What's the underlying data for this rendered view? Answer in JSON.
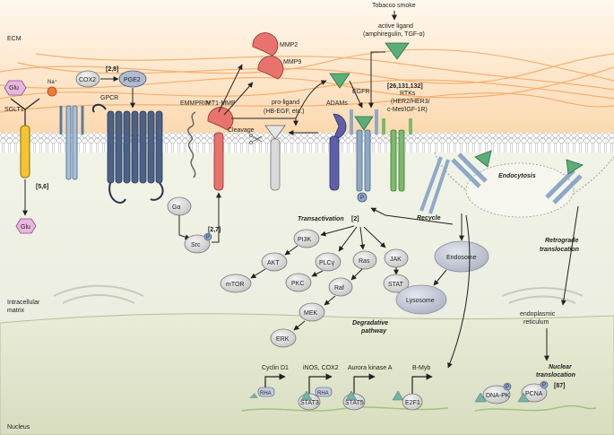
{
  "regions": {
    "ecm": "ECM",
    "intracellular_matrix_1": "Intracellular",
    "intracellular_matrix_2": "matrix",
    "nucleus": "Nucleus"
  },
  "stimulus": {
    "tobacco_smoke": "Tobacco smoke",
    "active_ligand_1": "active ligand",
    "active_ligand_2": "(amphiregulin, TGF-α)"
  },
  "membrane_proteins": {
    "sglt1": "SGLT1",
    "glu_out": "Glu",
    "na": "Na⁺",
    "glu_in": "Glu",
    "ref_sglt1": "[5,6]",
    "cox2": "COX2",
    "pge2": "PGE2",
    "ref_cox2": "[2,8]",
    "gpcr": "GPCR",
    "galpha": "Gα",
    "emmprin": "EMMPRIN",
    "mt1mmp": "MT1-MMP",
    "mmp2": "MMP2",
    "mmp9": "MMP9",
    "proligand_1": "pro-ligand",
    "proligand_2": "(HB-EGF, etc.)",
    "cleavage": "Cleavage",
    "adams": "ADAMs",
    "egfr": "EGFR",
    "ref_rtk": "[26,131,132]",
    "rtks_1": "RTKs",
    "rtks_2": "(HER2/HER3/",
    "rtks_3": "c-Met/IGF-1R)"
  },
  "signaling": {
    "src": "Src",
    "ref_src": "[2,7]",
    "p": "P",
    "transactivation": "Transactivation",
    "ref_trans": "[2]",
    "pi3k": "PI3K",
    "akt": "AKT",
    "mtor": "mTOR",
    "plcg": "PLCγ",
    "pkc": "PKC",
    "ras": "Ras",
    "raf": "Raf",
    "mek": "MEK",
    "erk": "ERK",
    "jak": "JAK",
    "stat": "STAT"
  },
  "trafficking": {
    "recycle": "Recycle",
    "endosome": "Endosome",
    "lysosome": "Lysosome",
    "degradative_1": "Degradative",
    "degradative_2": "pathway",
    "endocytosis": "Endocytosis",
    "retrograde_1": "Retrograde",
    "retrograde_2": "translocation",
    "er_1": "endoplasmic",
    "er_2": "reticulum",
    "nuclear_1": "Nuclear",
    "nuclear_2": "translocation",
    "ref_nuclear": "[87]"
  },
  "nuclear": {
    "cyclin": "Cyclin D1",
    "inos": "iNOS, COX2",
    "aurora": "Aurora kinase A",
    "bmyb": "B-Myb",
    "rha1": "RHA",
    "rha2": "RHA",
    "stat3": "STAT3",
    "stat5": "STAT5",
    "e2f1": "E2F1",
    "dnapk": "DNA-PK",
    "pcna": "PCNA"
  },
  "colors": {
    "ecm_orange": "#f2a65a",
    "membrane": "#cfcfcf",
    "cytoplasm": "#eef0e2",
    "nucleus": "#dfe4c8",
    "gpcr_blue": "#4a6289",
    "mmp_red": "#e8736e",
    "adam_purple": "#5e5fa8",
    "egfr_blue": "#8ea9c8",
    "rtk_green": "#7cb96a",
    "ligand_green": "#5aaf78",
    "node_grey": "#d9d9d9",
    "glu_pink": "#e8b7e0"
  }
}
